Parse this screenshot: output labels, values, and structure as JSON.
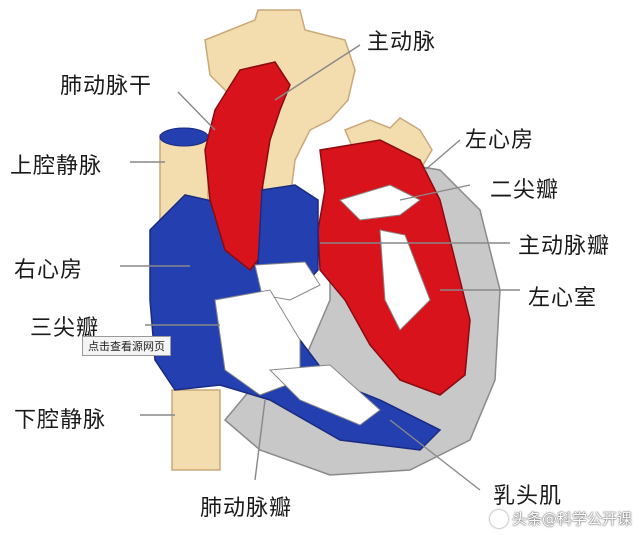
{
  "labels": {
    "aorta": "主动脉",
    "pulmonary_trunk": "肺动脉干",
    "superior_vena_cava": "上腔静脉",
    "left_atrium": "左心房",
    "mitral_valve": "二尖瓣",
    "right_atrium": "右心房",
    "aortic_valve": "主动脉瓣",
    "left_ventricle": "左心室",
    "tricuspid_valve": "三尖瓣",
    "inferior_vena_cava": "下腔静脉",
    "papillary_muscle": "乳头肌",
    "pulmonary_valve": "肺动脉瓣"
  },
  "tooltip": "点击查看源网页",
  "watermark": "头条@科学公开课",
  "colors": {
    "oxygenated": "#d8131c",
    "deoxygenated": "#2440b0",
    "vessel_tan": "#f3dcae",
    "wall_gray": "#c8c8c8",
    "leader_line": "#888888"
  }
}
